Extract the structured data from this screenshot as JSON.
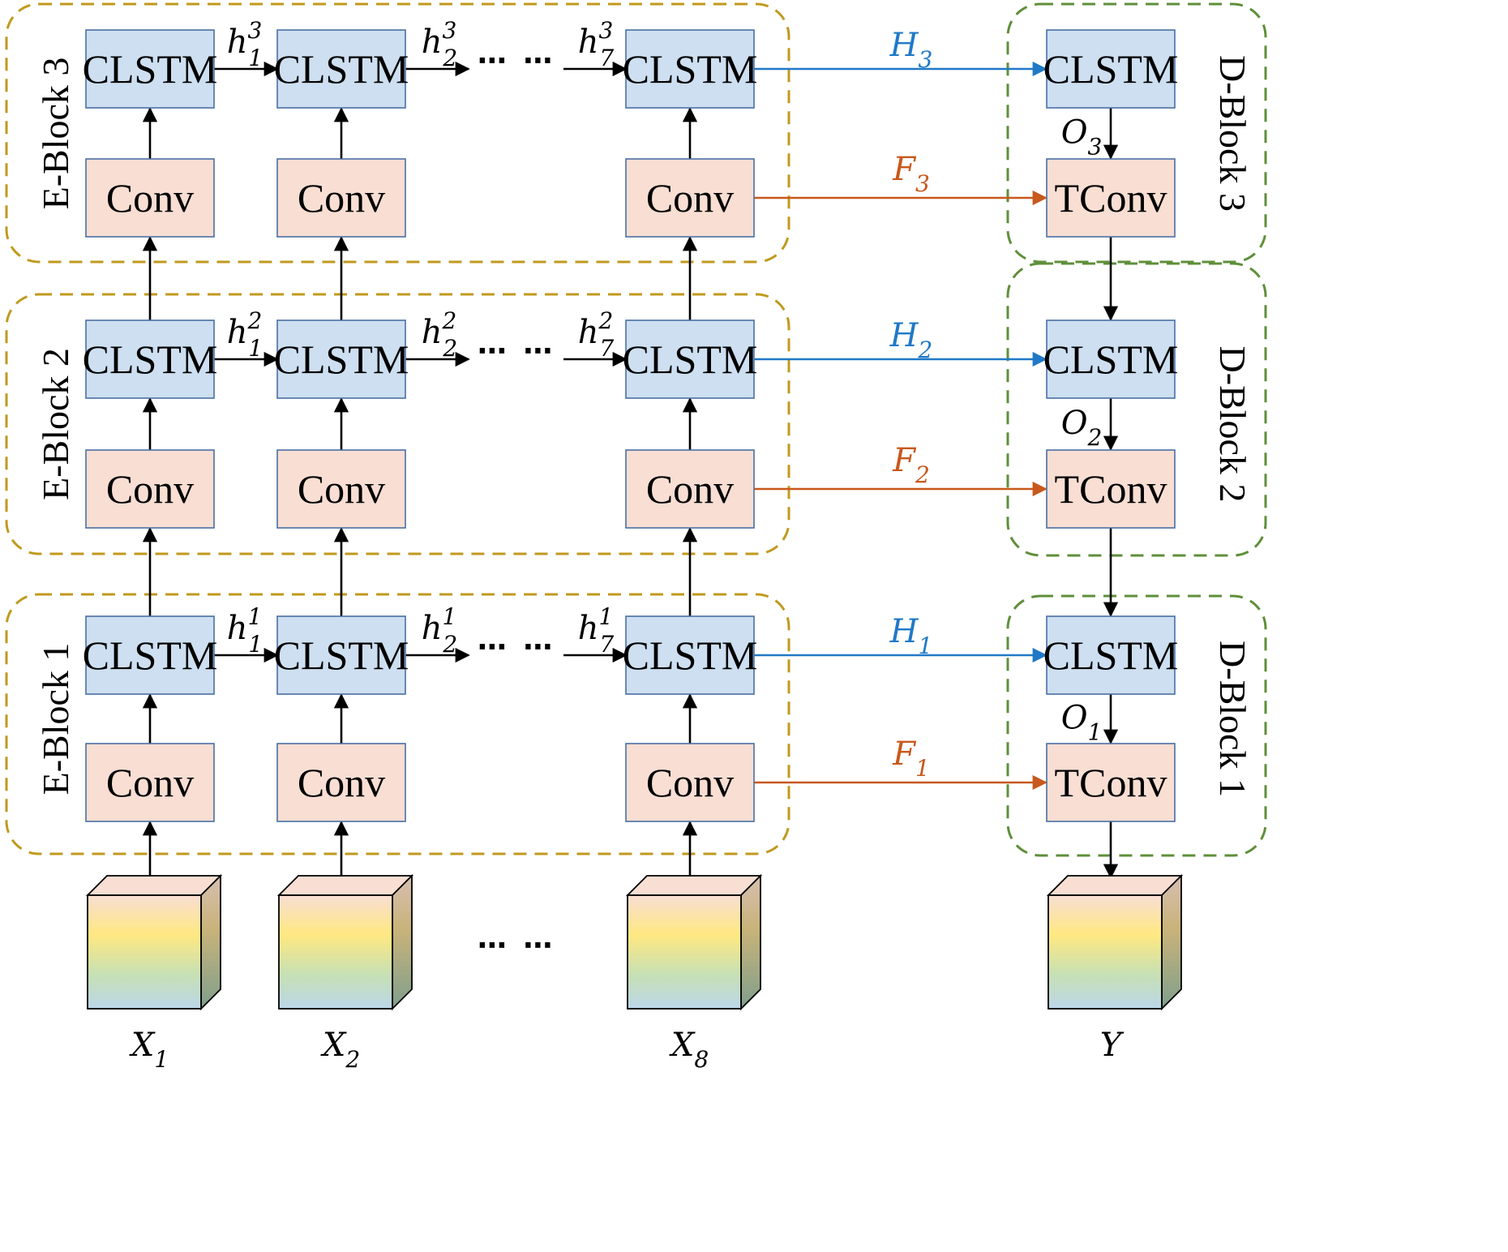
{
  "diagram": {
    "encoder_blocks": [
      {
        "id": "e3",
        "title": "E-Block 3",
        "state_labels": [
          {
            "base": "h",
            "sub": "1",
            "sup": "3"
          },
          {
            "base": "h",
            "sub": "2",
            "sup": "3"
          },
          {
            "base": "h",
            "sub": "7",
            "sup": "3"
          }
        ]
      },
      {
        "id": "e2",
        "title": "E-Block 2",
        "state_labels": [
          {
            "base": "h",
            "sub": "1",
            "sup": "2"
          },
          {
            "base": "h",
            "sub": "2",
            "sup": "2"
          },
          {
            "base": "h",
            "sub": "7",
            "sup": "2"
          }
        ]
      },
      {
        "id": "e1",
        "title": "E-Block 1",
        "state_labels": [
          {
            "base": "h",
            "sub": "1",
            "sup": "1"
          },
          {
            "base": "h",
            "sub": "2",
            "sup": "1"
          },
          {
            "base": "h",
            "sub": "7",
            "sup": "1"
          }
        ]
      }
    ],
    "decoder_blocks": [
      {
        "id": "d3",
        "title": "D-Block 3",
        "output": {
          "base": "O",
          "sub": "3"
        }
      },
      {
        "id": "d2",
        "title": "D-Block 2",
        "output": {
          "base": "O",
          "sub": "2"
        }
      },
      {
        "id": "d1",
        "title": "D-Block 1",
        "output": {
          "base": "O",
          "sub": "1"
        }
      }
    ],
    "skip_connections": [
      {
        "level": 3,
        "H": {
          "base": "H",
          "sub": "3"
        },
        "F": {
          "base": "F",
          "sub": "3"
        }
      },
      {
        "level": 2,
        "H": {
          "base": "H",
          "sub": "2"
        },
        "F": {
          "base": "F",
          "sub": "2"
        }
      },
      {
        "level": 1,
        "H": {
          "base": "H",
          "sub": "1"
        },
        "F": {
          "base": "F",
          "sub": "1"
        }
      }
    ],
    "node_labels": {
      "clstm": "CLSTM",
      "conv": "Conv",
      "tconv": "TConv"
    },
    "ellipsis": "⋯ ⋯",
    "inputs": [
      {
        "base": "X",
        "sub": "1"
      },
      {
        "base": "X",
        "sub": "2"
      },
      {
        "base": "X",
        "sub": "8"
      }
    ],
    "output": {
      "base": "Y",
      "sub": ""
    },
    "colors": {
      "clstm_fill": "#cddff0",
      "conv_fill": "#f8ded3",
      "node_stroke": "#4a6fa5",
      "encoder_border": "#c09a1e",
      "decoder_border": "#5f8f3a",
      "h_arrow": "#2079c7",
      "f_arrow": "#c8581b",
      "cube_top": "#f8ded3",
      "cube_gradient": [
        "#f8ded3",
        "#ffe882",
        "#c6e0b4",
        "#bcd6ea"
      ],
      "cube_side": "#8aa88a"
    }
  }
}
